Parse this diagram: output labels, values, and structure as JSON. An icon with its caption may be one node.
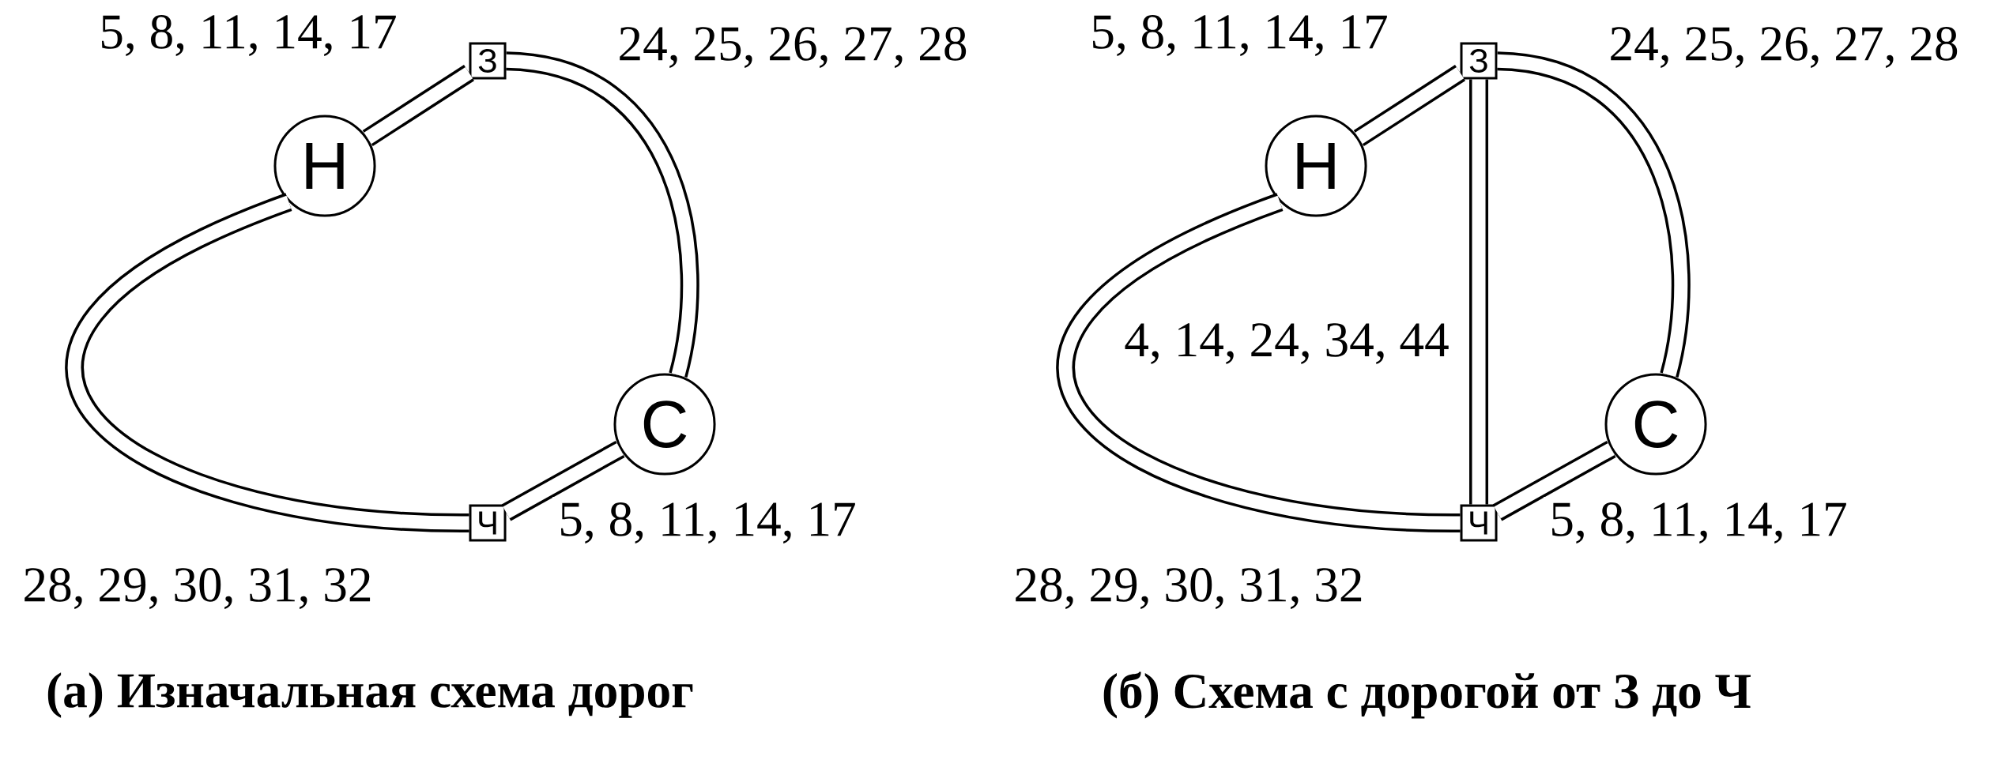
{
  "diagram": {
    "nodes": [
      {
        "text": [
          "Н"
        ]
      },
      {
        "text": [
          "З"
        ]
      },
      {
        "text": [
          "С"
        ]
      },
      {
        "text": [
          "Ч"
        ]
      },
      {
        "text": [
          "Н"
        ]
      },
      {
        "text": [
          "З"
        ]
      },
      {
        "text": [
          "С"
        ]
      },
      {
        "text": [
          "Ч"
        ]
      }
    ],
    "edges": [
      {
        "from": 0,
        "to": 1,
        "arrow": "none",
        "label": "5, 8, 11, 14, 17"
      },
      {
        "from": 1,
        "to": 2,
        "arrow": "none",
        "label": "24, 25, 26, 27, 28"
      },
      {
        "from": 2,
        "to": 3,
        "arrow": "none",
        "label": "5, 8, 11, 14, 17"
      },
      {
        "from": 3,
        "to": 0,
        "arrow": "none",
        "label": "28, 29, 30, 31, 32"
      },
      {
        "from": 4,
        "to": 5,
        "arrow": "none",
        "label": "5, 8, 11, 14, 17"
      },
      {
        "from": 5,
        "to": 6,
        "arrow": "none",
        "label": "24, 25, 26, 27, 28"
      },
      {
        "from": 6,
        "to": 7,
        "arrow": "none",
        "label": "5, 8, 11, 14, 17"
      },
      {
        "from": 7,
        "to": 4,
        "arrow": "none",
        "label": "28, 29, 30, 31, 32"
      },
      {
        "from": 5,
        "to": 7,
        "arrow": "none",
        "label": "4, 14, 24, 34, 44"
      }
    ],
    "labels": [
      "(а) Изначальная схема дорог",
      "(б) Схема с дорогой от З до Ч"
    ]
  }
}
